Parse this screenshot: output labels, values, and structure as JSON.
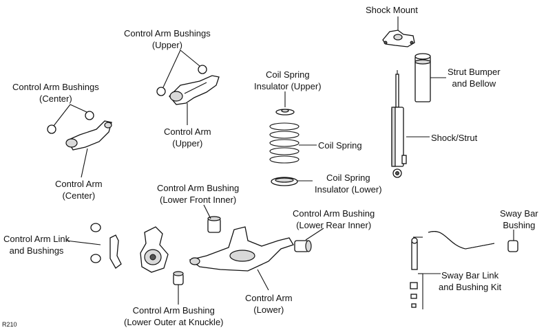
{
  "diagram": {
    "figure_code": "R210",
    "labels": {
      "shock_mount": [
        "Shock Mount"
      ],
      "control_arm_bushings_upper": [
        "Control Arm Bushings",
        "(Upper)"
      ],
      "control_arm_bushings_center": [
        "Control Arm Bushings",
        "(Center)"
      ],
      "control_arm_upper": [
        "Control Arm",
        "(Upper)"
      ],
      "control_arm_center": [
        "Control Arm",
        "(Center)"
      ],
      "coil_spring_insulator_upper": [
        "Coil Spring",
        "Insulator (Upper)"
      ],
      "coil_spring": [
        "Coil Spring"
      ],
      "coil_spring_insulator_lower": [
        "Coil Spring",
        "Insulator (Lower)"
      ],
      "strut_bumper_bellow": [
        "Strut Bumper",
        "and Bellow"
      ],
      "shock_strut": [
        "Shock/Strut"
      ],
      "control_arm_bushing_lower_front_inner": [
        "Control Arm Bushing",
        "(Lower Front Inner)"
      ],
      "control_arm_bushing_lower_rear_inner": [
        "Control Arm Bushing",
        "(Lower Rear Inner)"
      ],
      "control_arm_link_bushings": [
        "Control Arm Link",
        "and Bushings"
      ],
      "control_arm_bushing_lower_outer": [
        "Control Arm Bushing",
        "(Lower Outer at Knuckle)"
      ],
      "control_arm_lower": [
        "Control Arm",
        "(Lower)"
      ],
      "sway_bar_bushing": [
        "Sway Bar",
        "Bushing"
      ],
      "sway_bar_link_kit": [
        "Sway Bar Link",
        "and Bushing Kit"
      ]
    }
  }
}
